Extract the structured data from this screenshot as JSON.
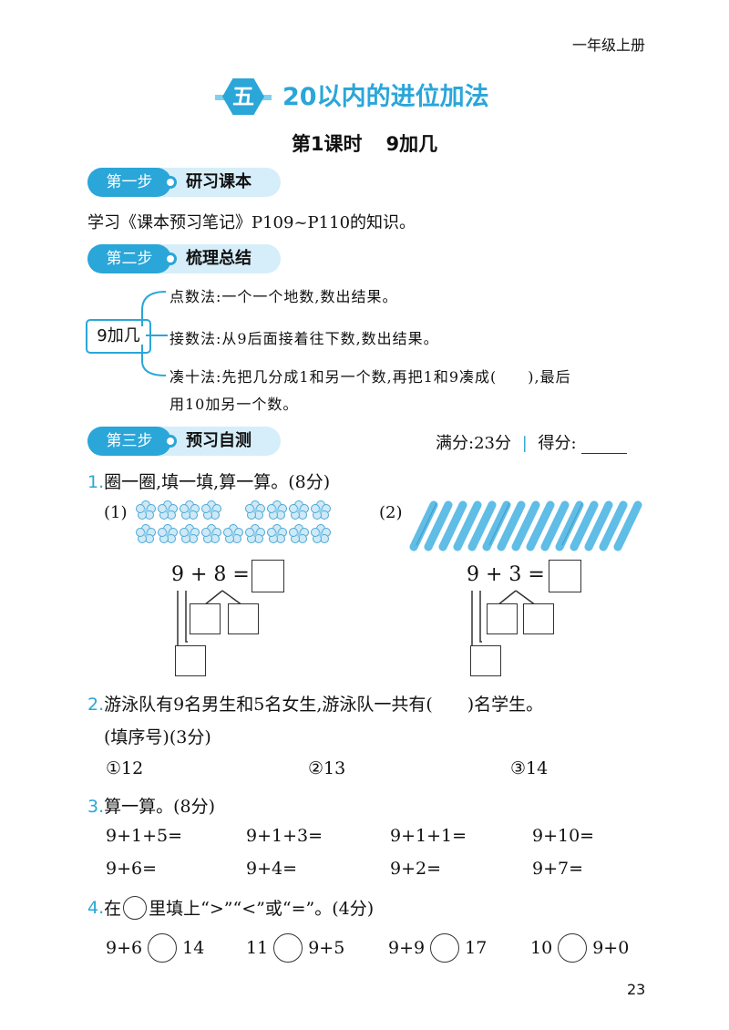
{
  "header": {
    "grade": "一年级上册"
  },
  "unit": {
    "number": "五",
    "title": "20以内的进位加法"
  },
  "lesson": {
    "period": "第1课时",
    "topic": "9加几"
  },
  "step1": {
    "tag": "第一步",
    "label": "研习课本",
    "text": "学习《课本预习笔记》P109~P110的知识。"
  },
  "step2": {
    "tag": "第二步",
    "label": "梳理总结",
    "center": "9加几",
    "method1": "点数法:一个一个地数,数出结果。",
    "method2": "接数法:从9后面接着往下数,数出结果。",
    "method3_line1": "凑十法:先把几分成1和另一个数,再把1和9凑成(　　),最后",
    "method3_line2": "用10加另一个数。"
  },
  "step3": {
    "tag": "第三步",
    "label": "预习自测",
    "full_score": "满分:23分",
    "score_label": "得分:"
  },
  "q1": {
    "num": "1.",
    "text": "圈一圈,填一填,算一算。(8分)",
    "part1_label": "(1)",
    "part2_label": "(2)",
    "eq1": "9 + 8 =",
    "eq2": "9 + 3 ="
  },
  "q2": {
    "num": "2.",
    "text": "游泳队有9名男生和5名女生,游泳队一共有(　　)名学生。",
    "note": "(填序号)(3分)",
    "options": [
      "①12",
      "②13",
      "③14"
    ]
  },
  "q3": {
    "num": "3.",
    "text": "算一算。(8分)",
    "row1": [
      "9+1+5=",
      "9+1+3=",
      "9+1+1=",
      "9+10="
    ],
    "row2": [
      "9+6=",
      "9+4=",
      "9+2=",
      "9+7="
    ]
  },
  "q4": {
    "num": "4.",
    "text_before": "在",
    "text_after": "里填上“>”“<”或“=”。(4分)",
    "items": [
      {
        "left": "9+6",
        "right": "14"
      },
      {
        "left": "11",
        "right": "9+5"
      },
      {
        "left": "9+9",
        "right": "17"
      },
      {
        "left": "10",
        "right": "9+0"
      }
    ]
  },
  "footer": {
    "page": "23"
  },
  "colors": {
    "accent": "#2aa6d9",
    "accent_light": "#d6eef9",
    "stick": "#5fbde6"
  }
}
